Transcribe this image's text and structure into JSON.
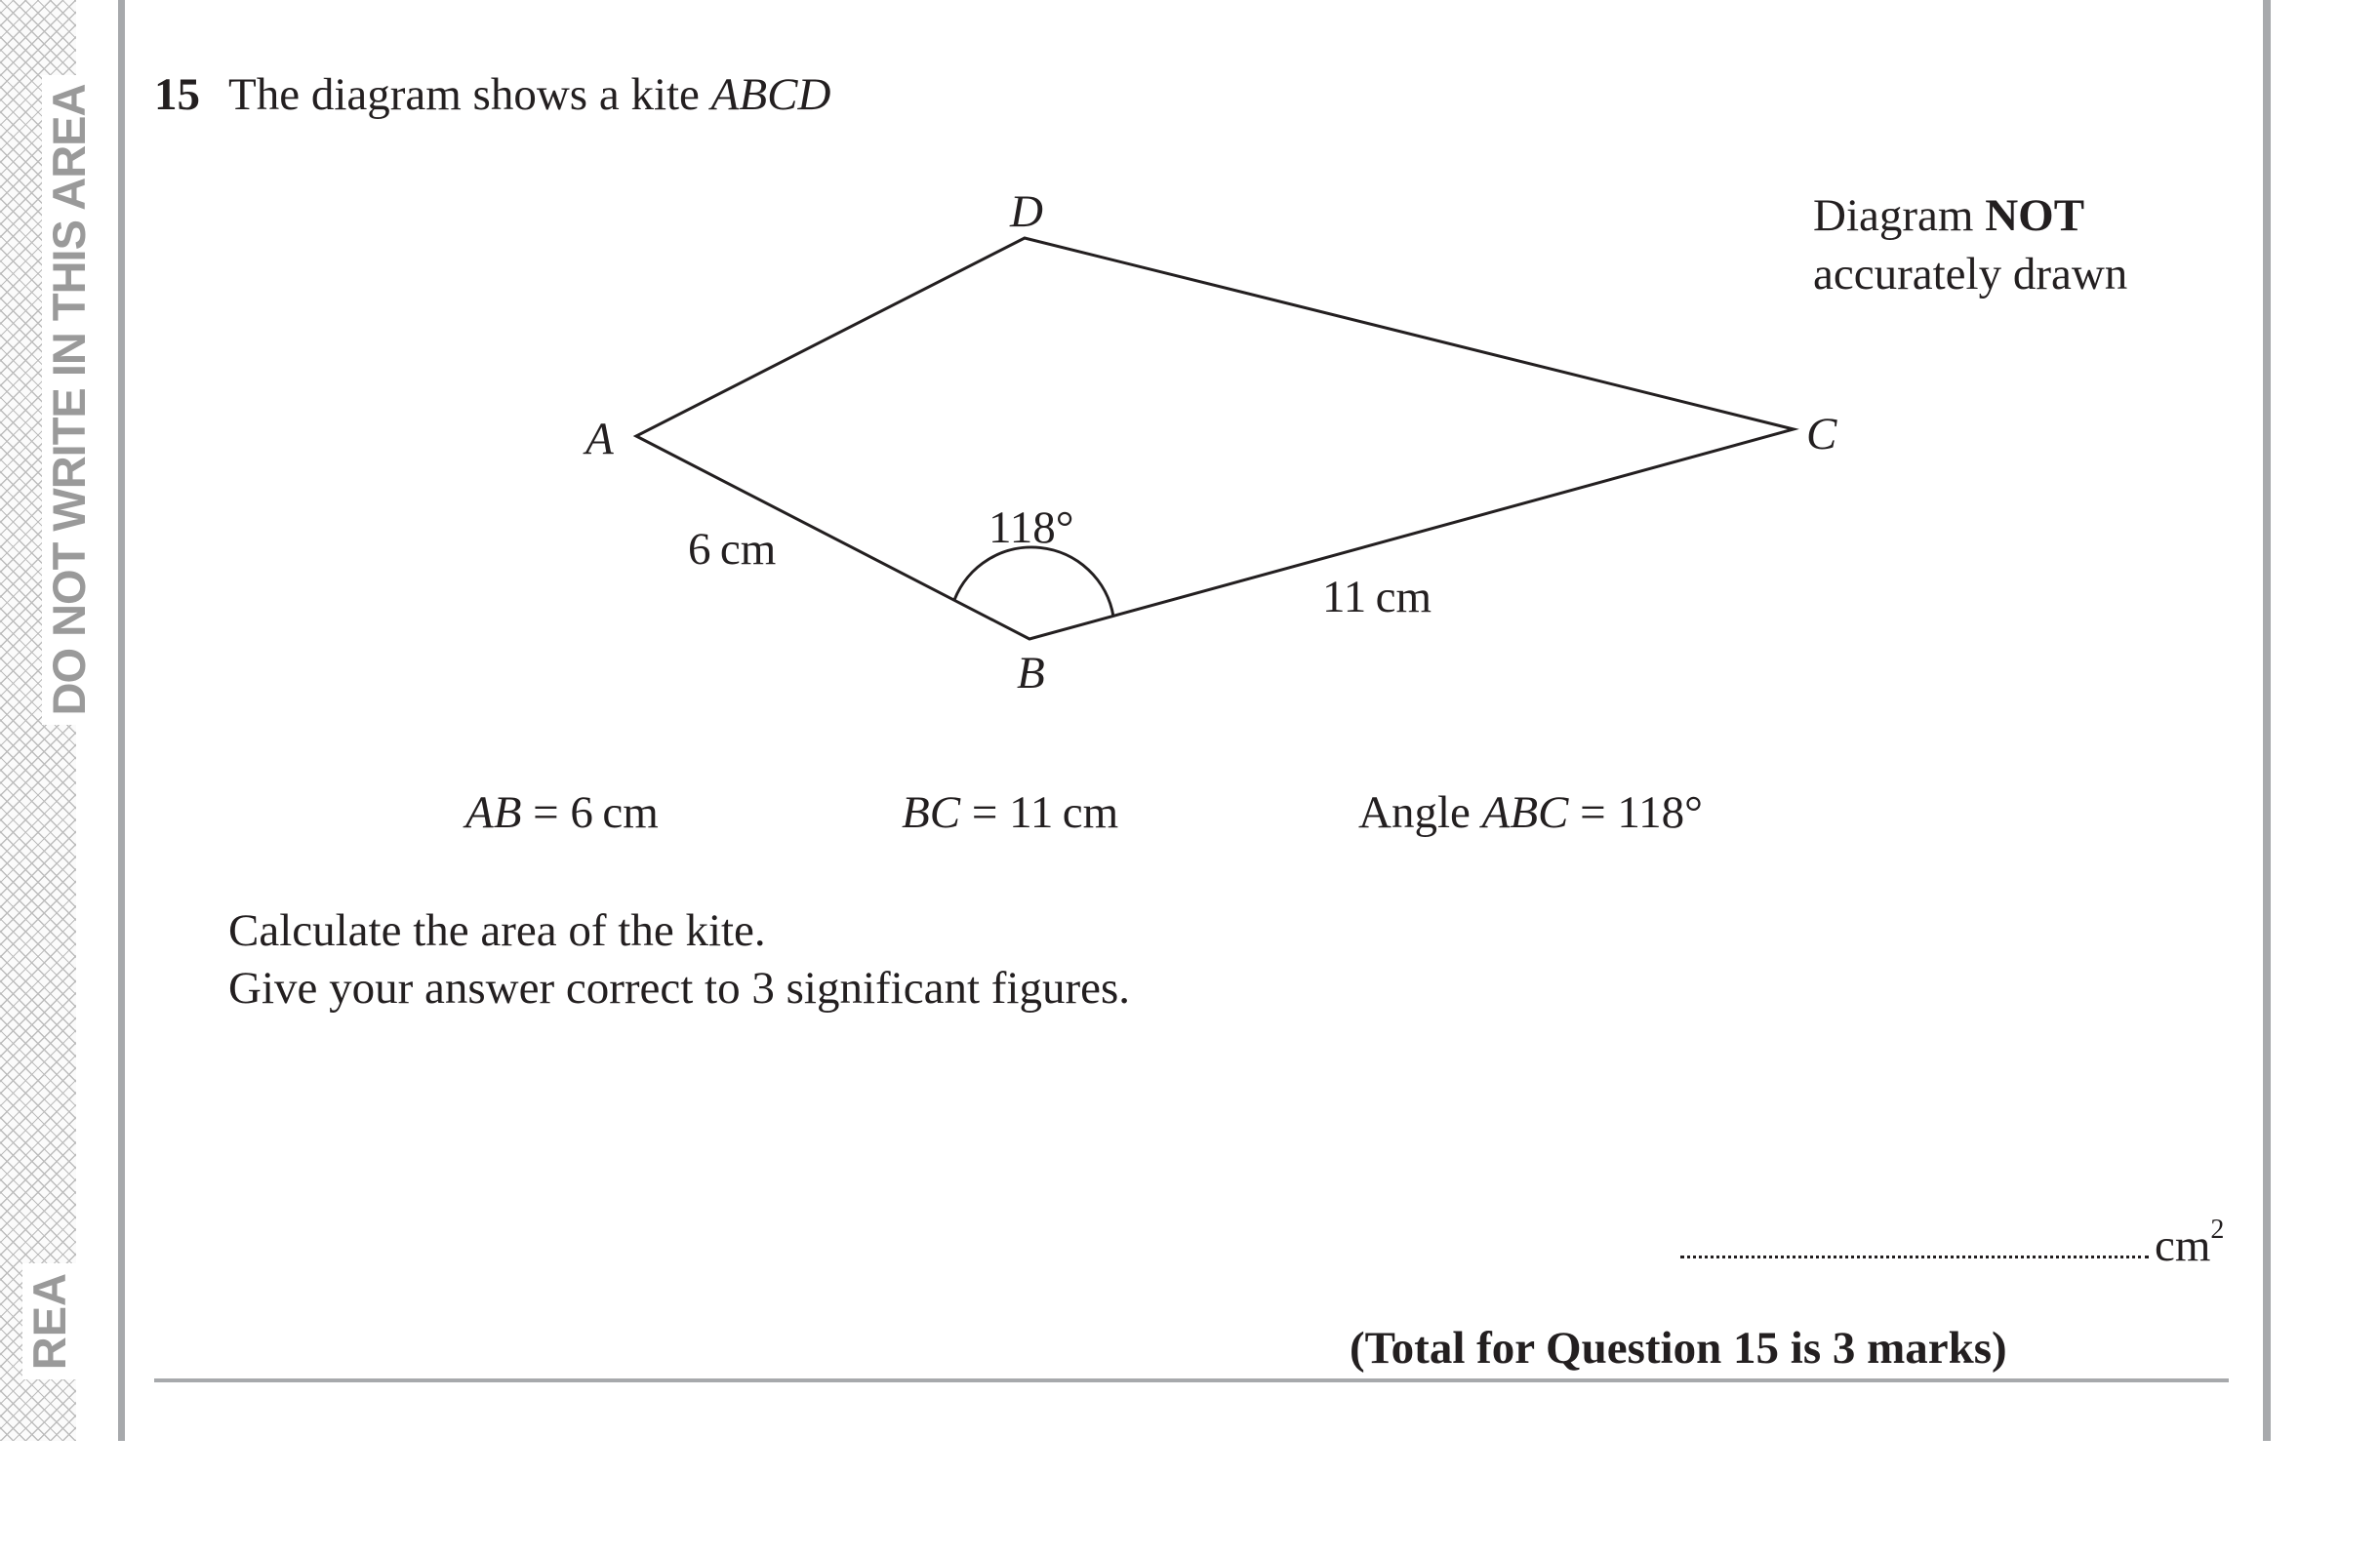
{
  "margin": {
    "warning": "DO NOT WRITE IN THIS AREA",
    "warning_partial": "REA"
  },
  "question": {
    "number": "15",
    "stem_text": "The diagram shows a kite ",
    "stem_shape": "ABCD"
  },
  "diagram": {
    "note_prefix": "Diagram ",
    "note_bold": "NOT",
    "note_line2": "accurately drawn",
    "vertices": [
      "A",
      "B",
      "C",
      "D"
    ],
    "side_ab_label": "6 cm",
    "side_bc_label": "11 cm",
    "angle_label": "118°"
  },
  "given": {
    "ab_name": "AB",
    "ab_value": " = 6 cm",
    "bc_name": "BC",
    "bc_value": " = 11 cm",
    "angle_prefix": "Angle ",
    "angle_name": "ABC",
    "angle_value": " = 118°"
  },
  "instructions": {
    "line1": "Calculate the area of the kite.",
    "line2": "Give your answer correct to 3 significant figures."
  },
  "answer": {
    "unit": "cm",
    "unit_power": "2"
  },
  "total": "(Total for Question 15 is 3 marks)"
}
